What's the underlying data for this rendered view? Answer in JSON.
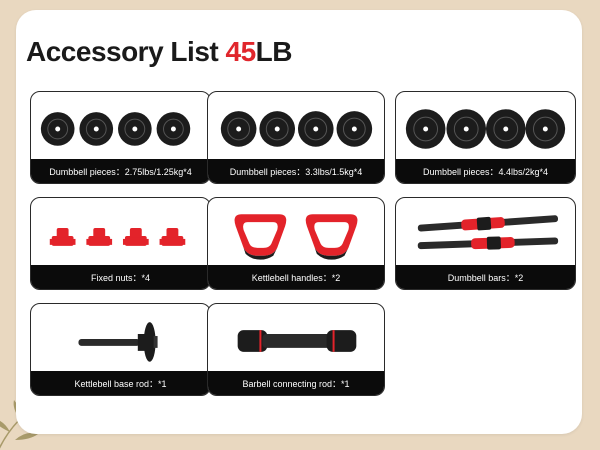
{
  "title": {
    "main": "Accessory List ",
    "number": "45",
    "unit": "LB"
  },
  "colors": {
    "accent": "#e0262c",
    "label_bg": "#0b0b0b",
    "background": "#e9d8c0"
  },
  "items": [
    {
      "label": "Dumbbell pieces：2.75lbs/1.25kg*4",
      "icon": "weight-plates-icon"
    },
    {
      "label": "Dumbbell pieces：3.3lbs/1.5kg*4",
      "icon": "weight-plates-icon"
    },
    {
      "label": "Dumbbell pieces：4.4lbs/2kg*4",
      "icon": "weight-plates-icon"
    },
    {
      "label": "Fixed nuts：*4",
      "icon": "fixed-nut-icon"
    },
    {
      "label": "Kettlebell handles：*2",
      "icon": "kettlebell-handle-icon"
    },
    {
      "label": "Dumbbell bars：*2",
      "icon": "dumbbell-bar-icon"
    },
    {
      "label": "Kettlebell base rod：*1",
      "icon": "kettlebell-base-rod-icon"
    },
    {
      "label": "Barbell connecting rod：*1",
      "icon": "barbell-connecting-rod-icon"
    }
  ]
}
